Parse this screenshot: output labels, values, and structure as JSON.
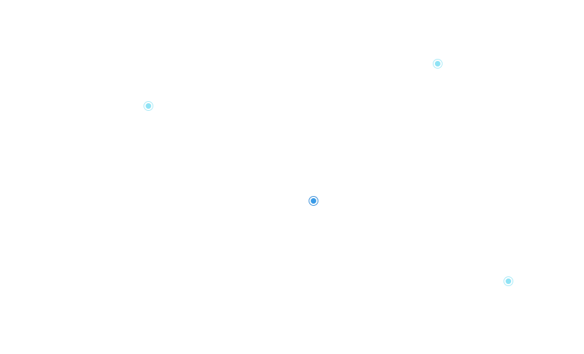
{
  "colors": {
    "background": "#ffffff",
    "inactive_ring": "#a8eaf7",
    "inactive_dot": "#8fe3f5",
    "active_ring": "#3a8fd9",
    "active_dot": "#3a9be8"
  },
  "markers": [
    {
      "icon": "radio-dot-icon",
      "state": "inactive"
    },
    {
      "icon": "radio-dot-icon",
      "state": "inactive"
    },
    {
      "icon": "radio-dot-icon",
      "state": "active"
    },
    {
      "icon": "radio-dot-icon",
      "state": "inactive"
    }
  ]
}
